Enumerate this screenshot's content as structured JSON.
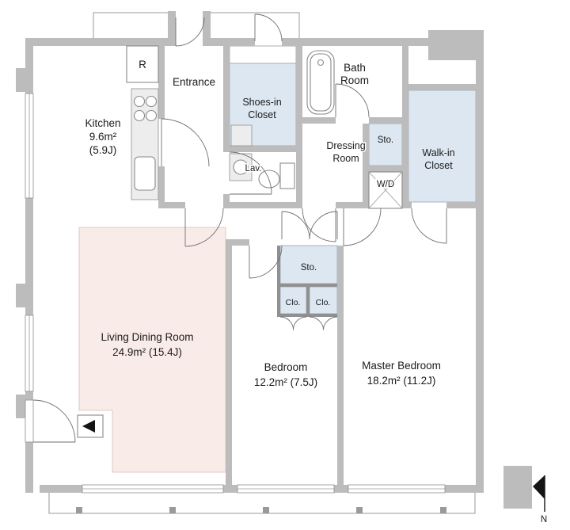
{
  "colors": {
    "wall": "#bcbcbc",
    "closet": "#dde7f1",
    "ldk": "#f9ece8",
    "line": "#6f6f6f",
    "text": "#1b1b1b"
  },
  "rooms": {
    "refrigerator": {
      "label": "R"
    },
    "kitchen": {
      "name": "Kitchen",
      "area": "9.6m²",
      "tatami": "(5.9J)"
    },
    "entrance": {
      "name": "Entrance"
    },
    "shoes_in_closet": {
      "name_line1": "Shoes-in",
      "name_line2": "Closet"
    },
    "bath_room": {
      "name_line1": "Bath",
      "name_line2": "Room"
    },
    "dressing_room": {
      "name_line1": "Dressing",
      "name_line2": "Room"
    },
    "storage_upper": {
      "name": "Sto."
    },
    "washer_dryer": {
      "name": "W/D"
    },
    "walk_in_closet": {
      "name_line1": "Walk-in",
      "name_line2": "Closet"
    },
    "lavatory": {
      "name": "Lav."
    },
    "living_dining_room": {
      "name": "Living Dining Room",
      "area": "24.9m² (15.4J)"
    },
    "storage_middle": {
      "name": "Sto."
    },
    "closet_left": {
      "name": "Clo."
    },
    "closet_right": {
      "name": "Clo."
    },
    "bedroom": {
      "name": "Bedroom",
      "area": "12.2m² (7.5J)"
    },
    "master_bedroom": {
      "name": "Master Bedroom",
      "area": "18.2m² (11.2J)"
    }
  },
  "compass": {
    "label": "N"
  }
}
